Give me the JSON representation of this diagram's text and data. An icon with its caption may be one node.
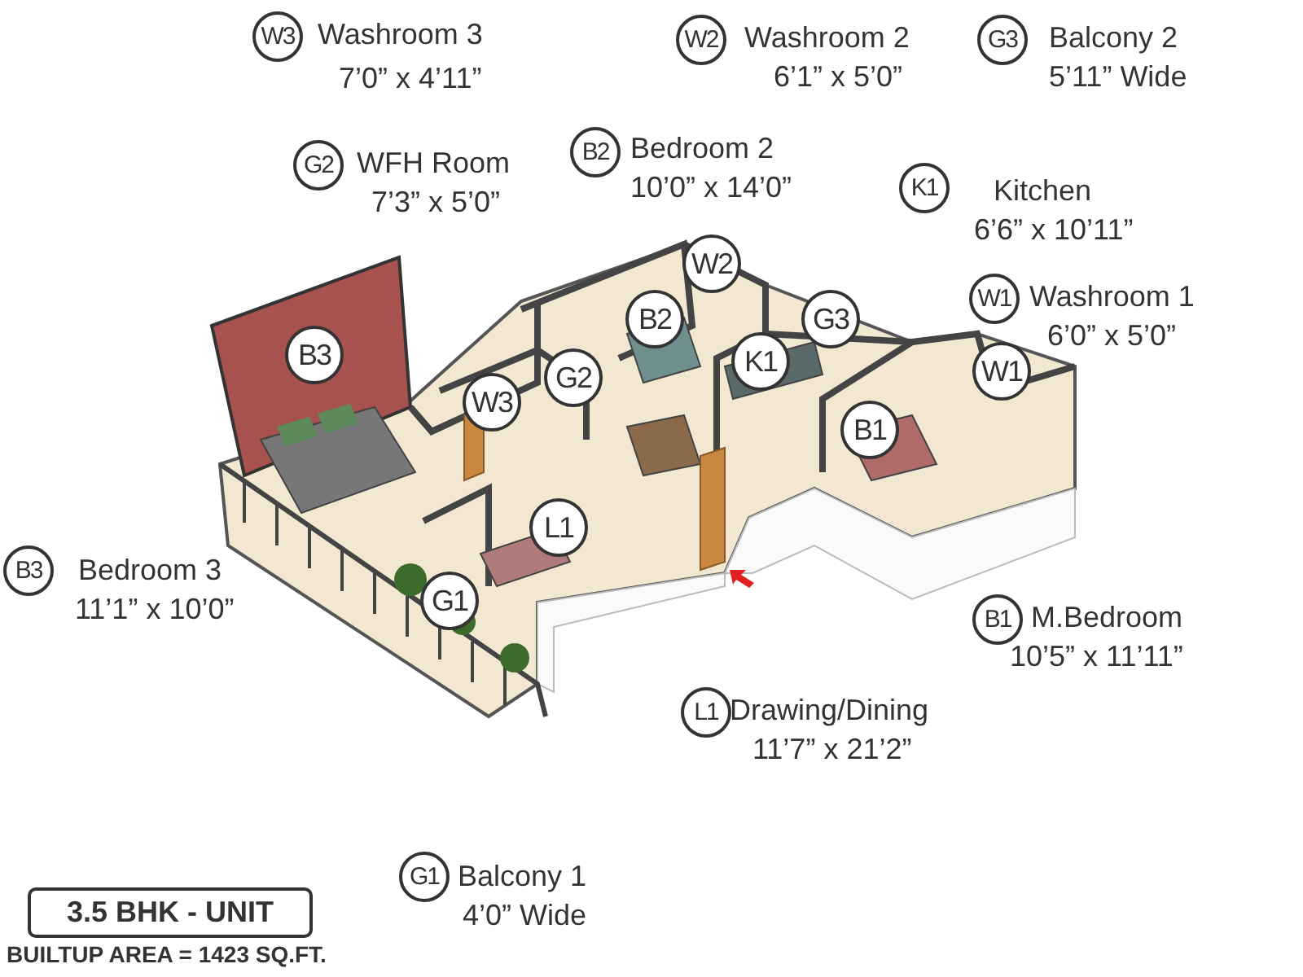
{
  "diagram": {
    "nodes": [
      {
        "text": [
          "W3"
        ],
        "beside": [
          "Washroom 3",
          "7’0” x 4’11”"
        ]
      },
      {
        "text": [
          "W2"
        ],
        "beside": [
          "Washroom 2",
          "6’1” x 5’0”"
        ]
      },
      {
        "text": [
          "G3"
        ],
        "beside": [
          "Balcony 2",
          "5’11” Wide"
        ]
      },
      {
        "text": [
          "B2"
        ],
        "beside": [
          "Bedroom 2",
          "10’0” x 14’0”"
        ]
      },
      {
        "text": [
          "G2"
        ],
        "beside": [
          "WFH Room",
          "7’3” x 5’0”"
        ]
      },
      {
        "text": [
          "K1"
        ],
        "beside": [
          "Kitchen",
          "6’6” x 10’11”"
        ]
      },
      {
        "text": [
          "W2"
        ]
      },
      {
        "text": [
          "W1"
        ],
        "beside": [
          "Washroom 1",
          "6’0” x 5’0”"
        ]
      },
      {
        "text": [
          "B2"
        ]
      },
      {
        "text": [
          "G3"
        ]
      },
      {
        "text": [
          "B3"
        ]
      },
      {
        "text": [
          "K1"
        ]
      },
      {
        "text": [
          "G2"
        ]
      },
      {
        "text": [
          "W1"
        ]
      },
      {
        "text": [
          "W3"
        ]
      },
      {
        "text": [
          "B1"
        ]
      },
      {
        "text": [
          "L1"
        ]
      },
      {
        "text": [
          "B3"
        ],
        "beside": [
          "Bedroom 3",
          "11’1” x 10’0”"
        ]
      },
      {
        "text": [
          "G1"
        ]
      },
      {
        "text": [
          "B1"
        ],
        "beside": [
          "M.Bedroom",
          "10’5” x 11’11”"
        ]
      },
      {
        "text": [
          "L1"
        ],
        "beside": [
          "Drawing/Dining",
          "11’7” x 21’2”"
        ]
      },
      {
        "text": [
          "G1"
        ],
        "beside": [
          "Balcony 1",
          "4’0” Wide"
        ]
      },
      {
        "text": [
          "3.5 BHK - UNIT"
        ]
      }
    ],
    "edges": [],
    "labels": [
      "BUILTUP AREA = 1423 SQ.FT."
    ]
  }
}
